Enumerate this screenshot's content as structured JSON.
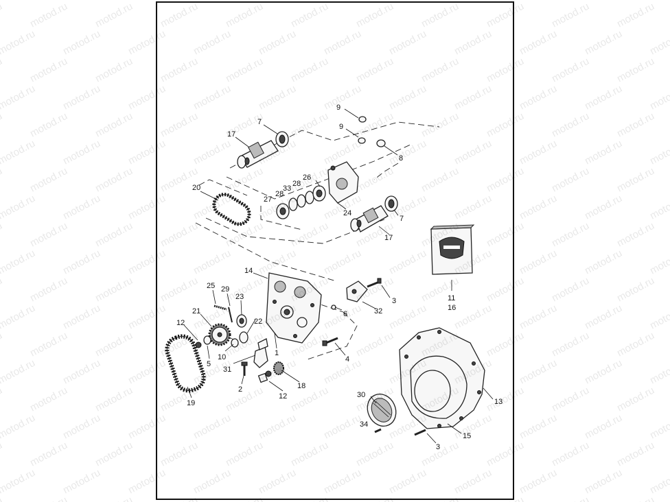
{
  "watermark": {
    "text": "motod.ru",
    "color": "#000000"
  },
  "frame": {
    "border_color": "#111111",
    "background": "#ffffff"
  },
  "callouts": [
    {
      "id": "c1",
      "label": "1"
    },
    {
      "id": "c2",
      "label": "2"
    },
    {
      "id": "c3a",
      "label": "3"
    },
    {
      "id": "c3b",
      "label": "3"
    },
    {
      "id": "c4",
      "label": "4"
    },
    {
      "id": "c5",
      "label": "5"
    },
    {
      "id": "c6",
      "label": "6"
    },
    {
      "id": "c7a",
      "label": "7"
    },
    {
      "id": "c7b",
      "label": "7"
    },
    {
      "id": "c8",
      "label": "8"
    },
    {
      "id": "c9a",
      "label": "9"
    },
    {
      "id": "c9b",
      "label": "9"
    },
    {
      "id": "c10",
      "label": "10"
    },
    {
      "id": "c11",
      "label": "11"
    },
    {
      "id": "c16",
      "label": "16"
    },
    {
      "id": "c12a",
      "label": "12"
    },
    {
      "id": "c12b",
      "label": "12"
    },
    {
      "id": "c13",
      "label": "13"
    },
    {
      "id": "c14",
      "label": "14"
    },
    {
      "id": "c15",
      "label": "15"
    },
    {
      "id": "c17a",
      "label": "17"
    },
    {
      "id": "c17b",
      "label": "17"
    },
    {
      "id": "c18",
      "label": "18"
    },
    {
      "id": "c19",
      "label": "19"
    },
    {
      "id": "c20",
      "label": "20"
    },
    {
      "id": "c21",
      "label": "21"
    },
    {
      "id": "c22",
      "label": "22"
    },
    {
      "id": "c23",
      "label": "23"
    },
    {
      "id": "c24",
      "label": "24"
    },
    {
      "id": "c25",
      "label": "25"
    },
    {
      "id": "c26",
      "label": "26"
    },
    {
      "id": "c27",
      "label": "27"
    },
    {
      "id": "c28a",
      "label": "28"
    },
    {
      "id": "c28b",
      "label": "28"
    },
    {
      "id": "c29",
      "label": "29"
    },
    {
      "id": "c30",
      "label": "30"
    },
    {
      "id": "c31",
      "label": "31"
    },
    {
      "id": "c32",
      "label": "32"
    },
    {
      "id": "c33",
      "label": "33"
    },
    {
      "id": "c34",
      "label": "34"
    }
  ]
}
